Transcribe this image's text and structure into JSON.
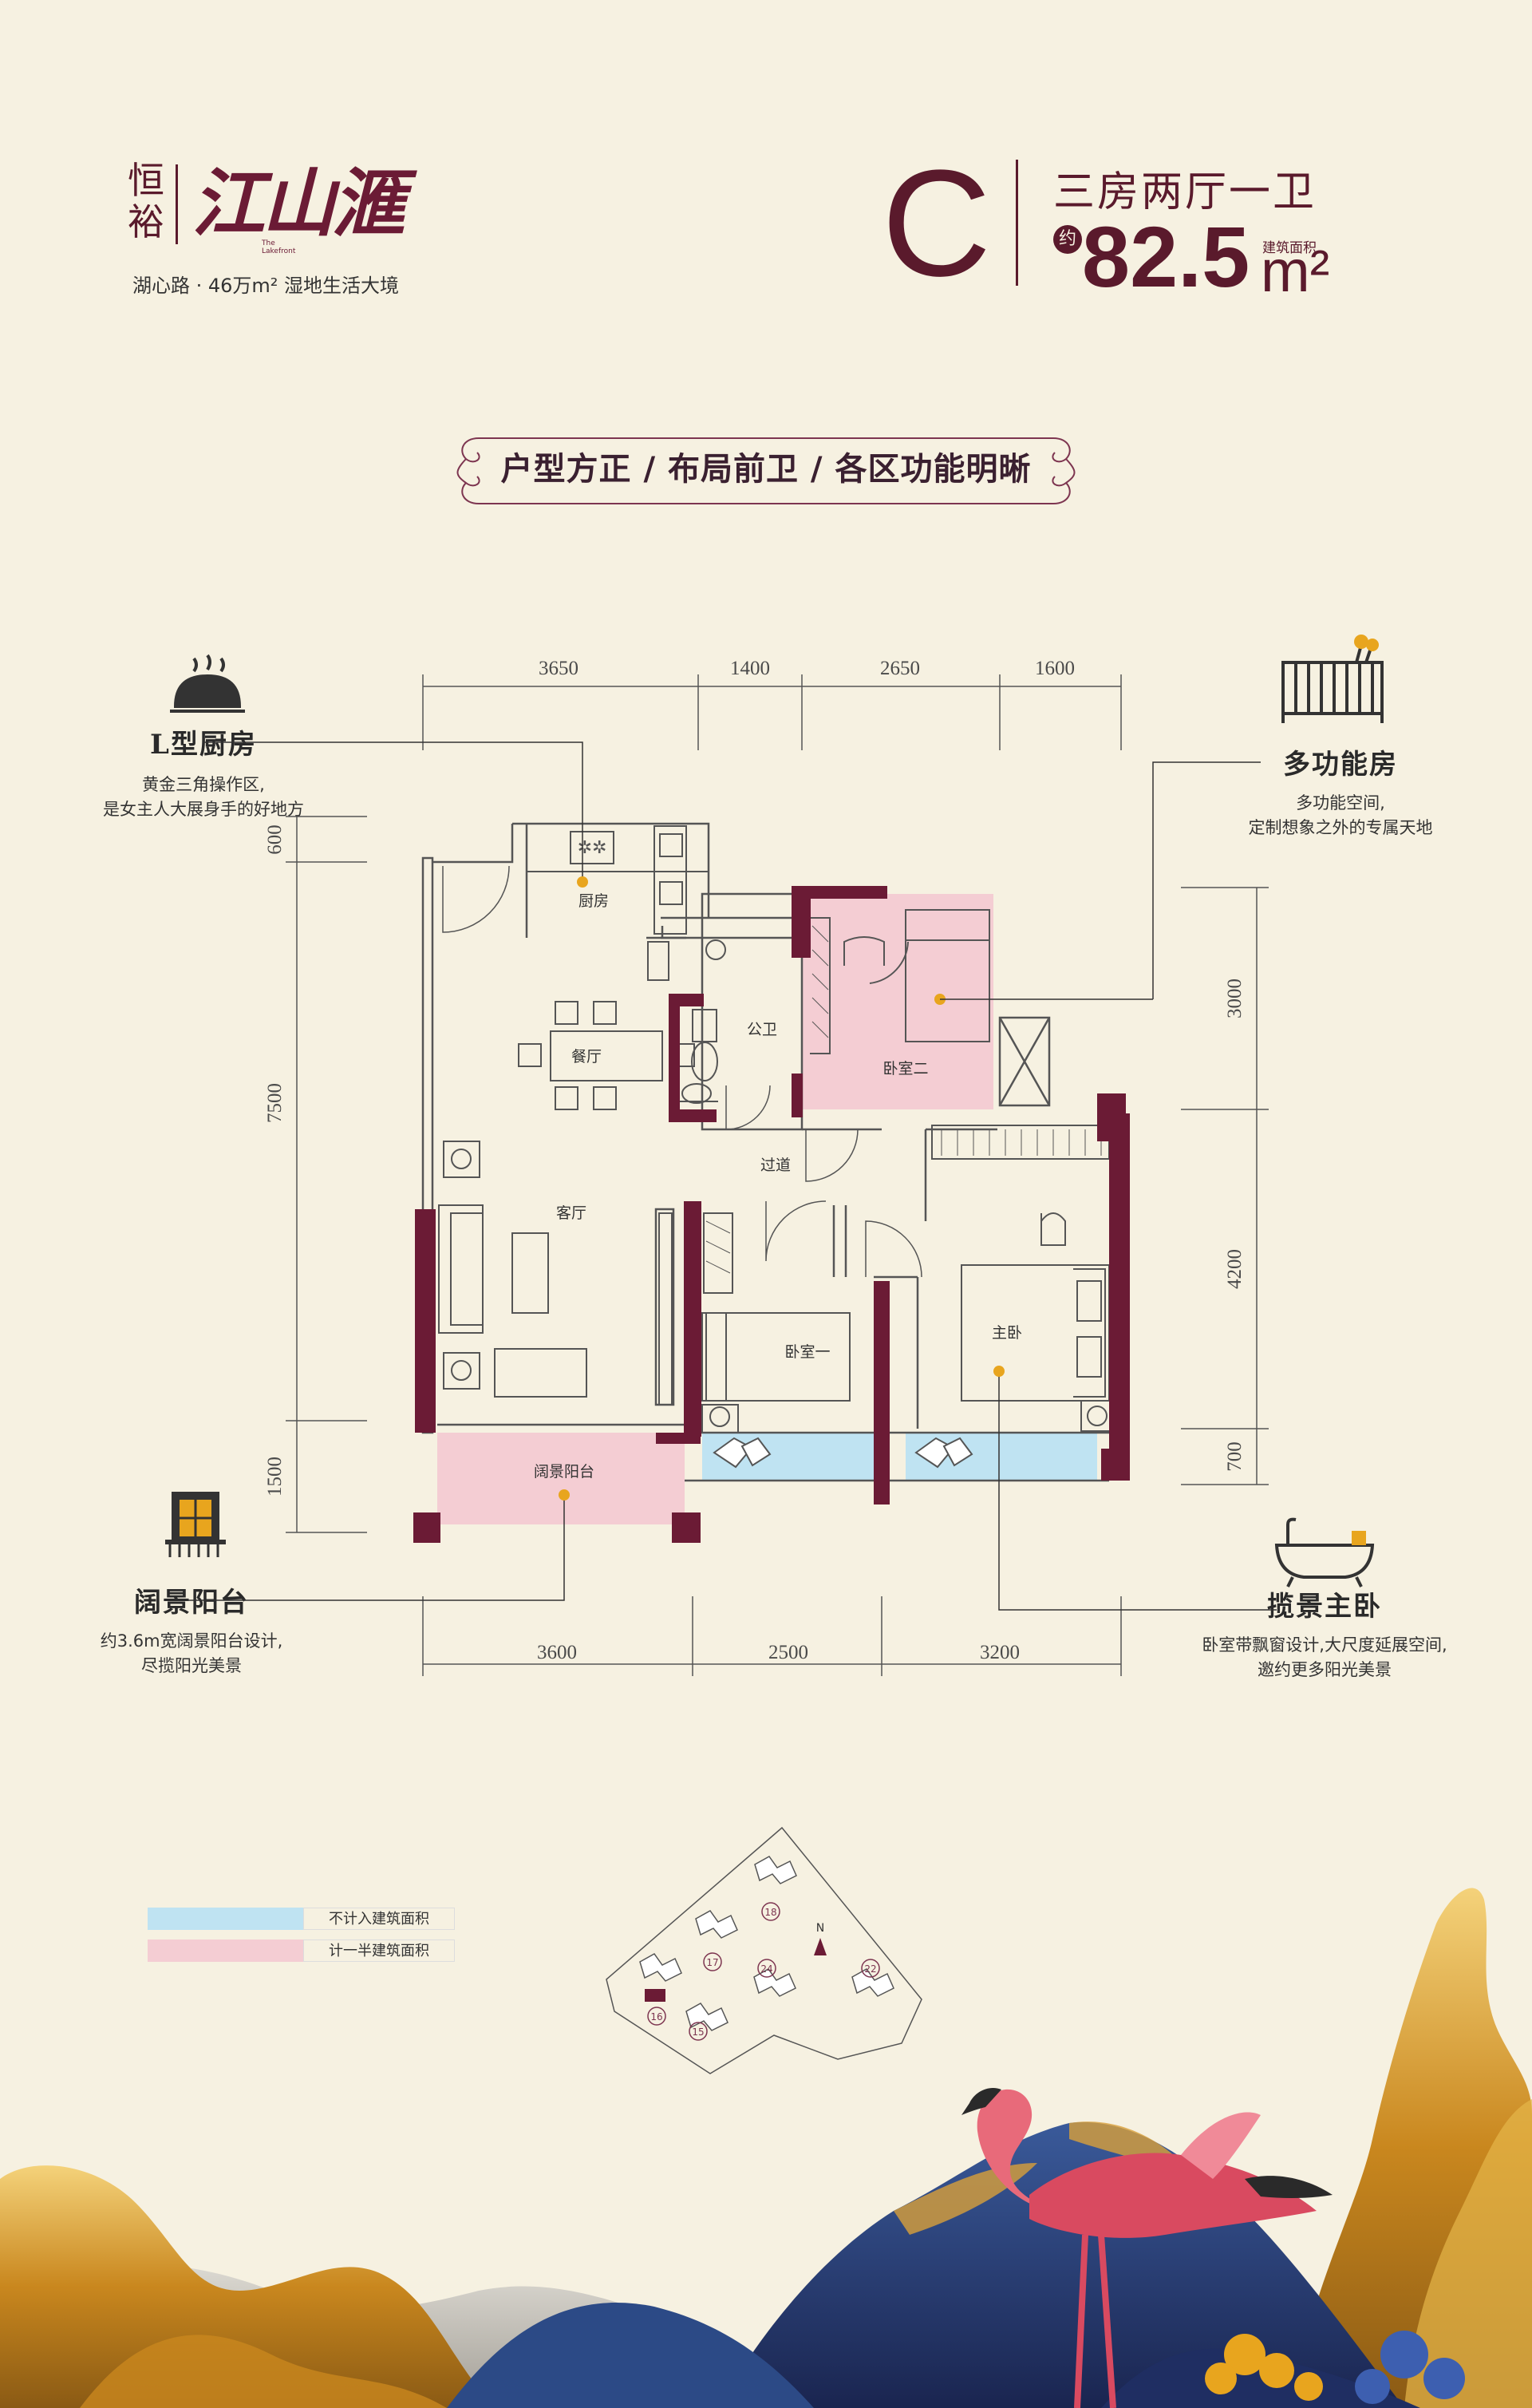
{
  "brand": {
    "name_small": "恒裕",
    "name_large": "江山滙",
    "name_en": "The Lakefront",
    "tagline": "湖心路 · 46万m² 湿地生活大境"
  },
  "unit": {
    "letter": "C",
    "layout": "三房两厅一卫",
    "approx": "约",
    "area": "82.5",
    "area_unit": "m²",
    "area_label": "建筑面积"
  },
  "slogan": "户型方正 / 布局前卫 / 各区功能明晰",
  "callouts": {
    "kitchen": {
      "title": "L型厨房",
      "text1": "黄金三角操作区,",
      "text2": "是女主人大展身手的好地方"
    },
    "multi": {
      "title": "多功能房",
      "text1": "多功能空间,",
      "text2": "定制想象之外的专属天地"
    },
    "balcony": {
      "title": "阔景阳台",
      "text1": "约3.6m宽阔景阳台设计,",
      "text2": "尽揽阳光美景"
    },
    "master": {
      "title": "揽景主卧",
      "text1": "卧室带飘窗设计,大尺度延展空间,",
      "text2": "邀约更多阳光美景"
    }
  },
  "dimensions": {
    "top": [
      "3650",
      "1400",
      "2650",
      "1600"
    ],
    "bottom": [
      "3600",
      "2500",
      "3200"
    ],
    "left": [
      "600",
      "7500",
      "1500"
    ],
    "right": [
      "3000",
      "4200",
      "700"
    ]
  },
  "rooms": {
    "kitchen": "厨房",
    "dining": "餐厅",
    "bath": "公卫",
    "bedroom2": "卧室二",
    "corridor": "过道",
    "living": "客厅",
    "bedroom1": "卧室一",
    "master": "主卧",
    "balcony": "阔景阳台"
  },
  "legend": {
    "blue_label": "不计入建筑面积",
    "pink_label": "计一半建筑面积",
    "blue_color": "#bfe3f2",
    "pink_color": "#f4cdd3"
  },
  "siteplan": {
    "north": "N",
    "buildings": [
      "18",
      "17",
      "24",
      "22",
      "16",
      "15"
    ]
  },
  "colors": {
    "wall": "#6b1b35",
    "accent": "#e8a51e",
    "background": "#f6f1e1"
  }
}
